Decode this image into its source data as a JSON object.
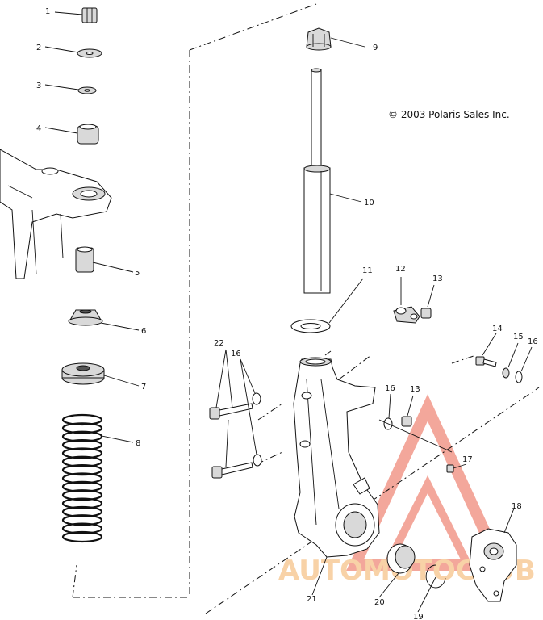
{
  "copyright": "© 2003 Polaris Sales Inc.",
  "watermark": {
    "brand": "AUTOMOTOCLUB",
    "color": "#f08a7a",
    "accent": "#f6c38a"
  },
  "callouts": [
    {
      "id": "1",
      "label": "1"
    },
    {
      "id": "2",
      "label": "2"
    },
    {
      "id": "3",
      "label": "3"
    },
    {
      "id": "4",
      "label": "4"
    },
    {
      "id": "5",
      "label": "5"
    },
    {
      "id": "6",
      "label": "6"
    },
    {
      "id": "7",
      "label": "7"
    },
    {
      "id": "8",
      "label": "8"
    },
    {
      "id": "9",
      "label": "9"
    },
    {
      "id": "10",
      "label": "10"
    },
    {
      "id": "11",
      "label": "11"
    },
    {
      "id": "12",
      "label": "12"
    },
    {
      "id": "13a",
      "label": "13"
    },
    {
      "id": "13b",
      "label": "13"
    },
    {
      "id": "14",
      "label": "14"
    },
    {
      "id": "15",
      "label": "15"
    },
    {
      "id": "16a",
      "label": "16"
    },
    {
      "id": "16b",
      "label": "16"
    },
    {
      "id": "16c",
      "label": "16"
    },
    {
      "id": "17",
      "label": "17"
    },
    {
      "id": "18",
      "label": "18"
    },
    {
      "id": "19",
      "label": "19"
    },
    {
      "id": "20",
      "label": "20"
    },
    {
      "id": "21",
      "label": "21"
    },
    {
      "id": "22",
      "label": "22"
    }
  ]
}
